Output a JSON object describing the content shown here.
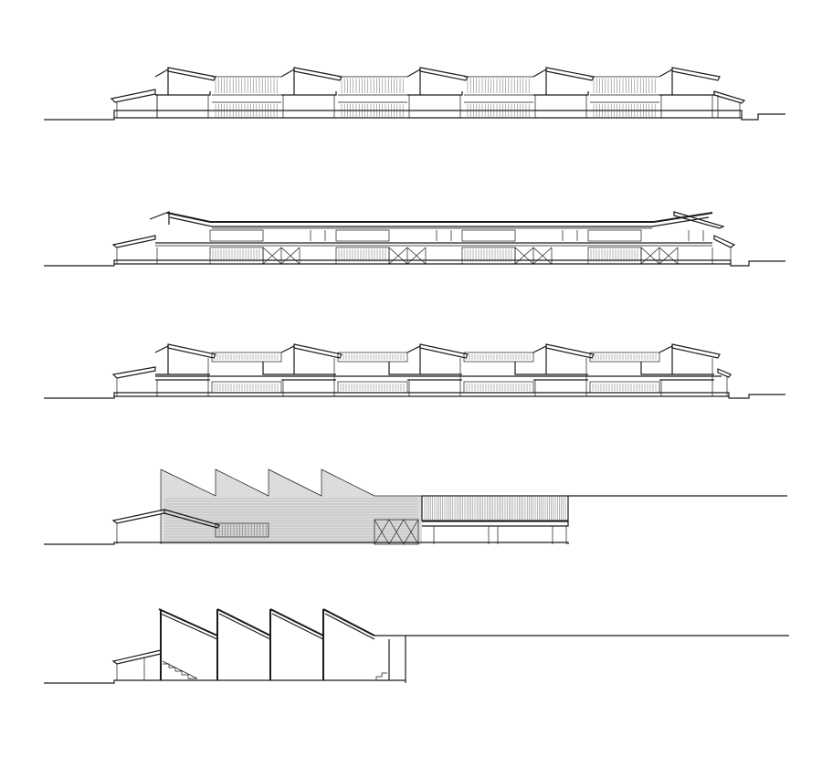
{
  "drawing": {
    "title": "",
    "elevations": [
      {
        "id": "elevation-1",
        "kind": "sawtooth-bays-single-storey",
        "bays": 5
      },
      {
        "id": "elevation-2",
        "kind": "continuous-roof-two-storey",
        "bays": 4
      },
      {
        "id": "elevation-3",
        "kind": "sawtooth-bays-two-storey",
        "bays": 5
      },
      {
        "id": "elevation-4",
        "kind": "shaded-sawtooth-with-extension",
        "teeth": 4
      },
      {
        "id": "section-5",
        "kind": "sawtooth-section-with-stairs",
        "teeth": 4
      }
    ],
    "colors": {
      "line": "#1a1a1a",
      "hatch": "#555555",
      "shade": "#dcdcdc",
      "background": "#ffffff"
    }
  }
}
